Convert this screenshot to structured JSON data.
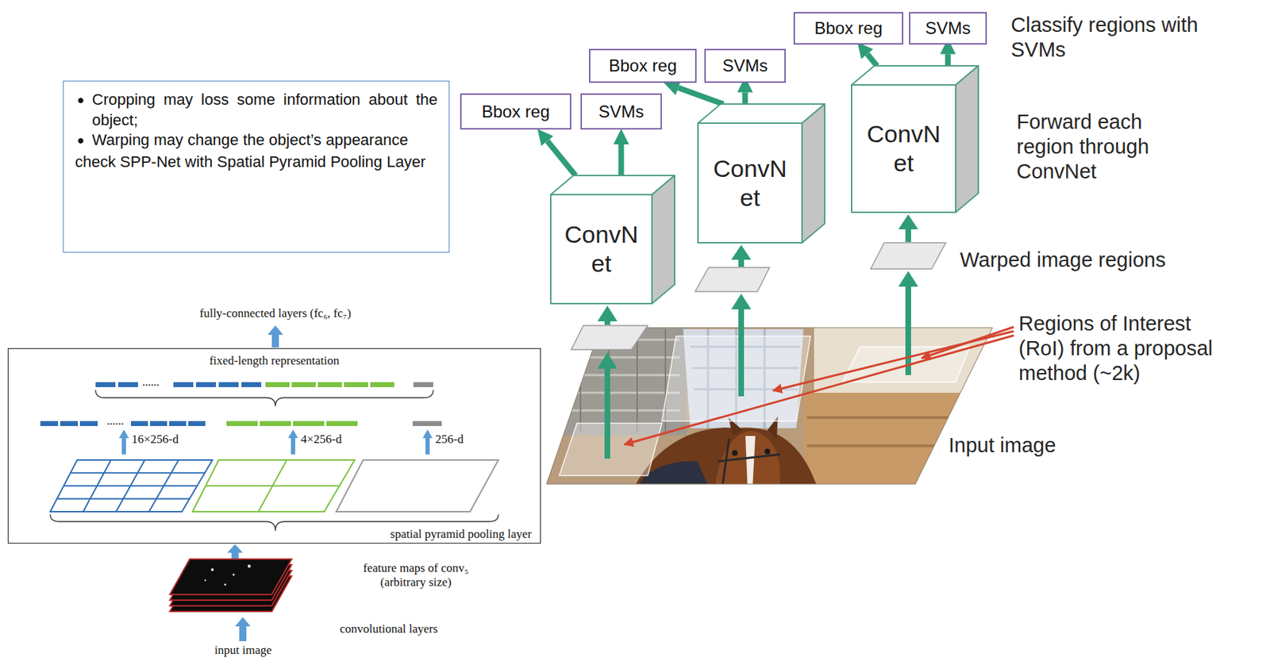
{
  "diagram": {
    "nodes": [
      {
        "text": [
          "Cropping may loss some information about the object;",
          "Warping may change the object’s appearance",
          "check SPP-Net with Spatial Pyramid Pooling Layer"
        ]
      },
      {
        "text": [
          "fixed-length representation",
          "spatial pyramid pooling layer"
        ]
      },
      {
        "text": [
          "Bbox reg"
        ]
      },
      {
        "text": [
          "SVMs"
        ]
      },
      {
        "text": [
          "Bbox reg"
        ]
      },
      {
        "text": [
          "SVMs"
        ]
      },
      {
        "text": [
          "Bbox reg"
        ]
      },
      {
        "text": [
          "SVMs"
        ]
      },
      {
        "text": [
          "ConvN et"
        ]
      },
      {
        "text": [
          "ConvN et"
        ]
      },
      {
        "text": [
          "ConvN et"
        ]
      }
    ],
    "edges": [
      {
        "from": 8,
        "to": 2,
        "arrow": "to"
      },
      {
        "from": 8,
        "to": 3,
        "arrow": "to"
      },
      {
        "from": 9,
        "to": 4,
        "arrow": "to"
      },
      {
        "from": 9,
        "to": 5,
        "arrow": "to"
      },
      {
        "from": 10,
        "to": 6,
        "arrow": "to"
      },
      {
        "from": 10,
        "to": 7,
        "arrow": "to"
      }
    ],
    "labels": [
      "fully-connected layers (fc₆, fc₇)",
      "......",
      "......",
      "16×256-d",
      "4×256-d",
      "256-d",
      "feature maps of conv₅ (arbitrary size)",
      "convolutional layers",
      "input image",
      "Classify regions with SVMs",
      "Forward each region through ConvNet",
      "Warped image regions",
      "Regions of Interest (RoI) from a proposal method (~2k)",
      "Input image"
    ]
  }
}
